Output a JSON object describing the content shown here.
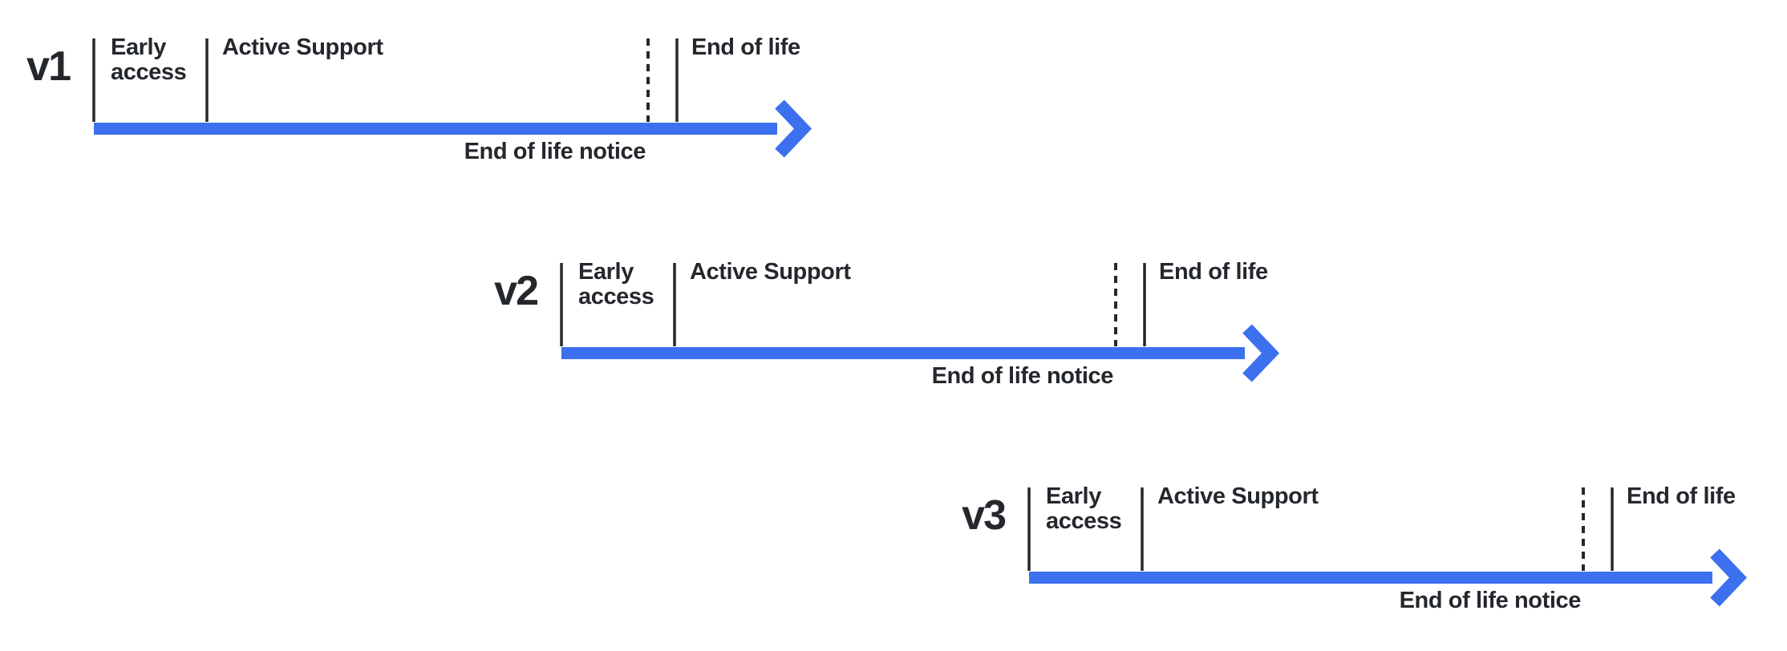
{
  "rows": [
    {
      "version": "v1",
      "phases": {
        "early": "Early access",
        "active": "Active Support",
        "eol": "End of life"
      },
      "notice": "End of life notice"
    },
    {
      "version": "v2",
      "phases": {
        "early": "Early access",
        "active": "Active Support",
        "eol": "End of life"
      },
      "notice": "End of life notice"
    },
    {
      "version": "v3",
      "phases": {
        "early": "Early access",
        "active": "Active Support",
        "eol": "End of life"
      },
      "notice": "End of life notice"
    }
  ],
  "colors": {
    "arrow_blue": "#3C70EE",
    "ink": "#24282D"
  }
}
